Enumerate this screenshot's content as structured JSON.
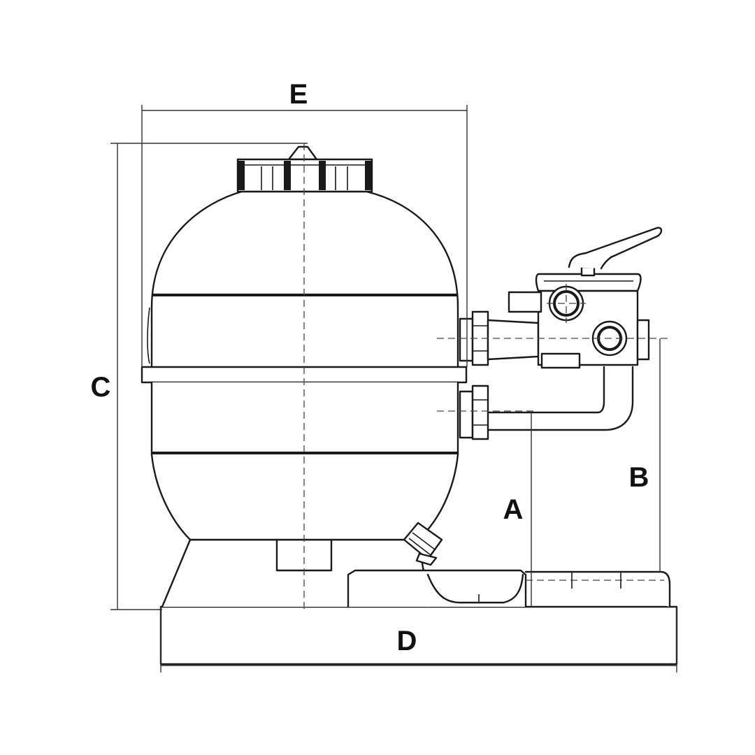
{
  "dimension_labels": {
    "a": "A",
    "b": "B",
    "c": "C",
    "d": "D",
    "e": "E"
  },
  "colors": {
    "line": "#1a1a1a",
    "background": "#ffffff"
  }
}
